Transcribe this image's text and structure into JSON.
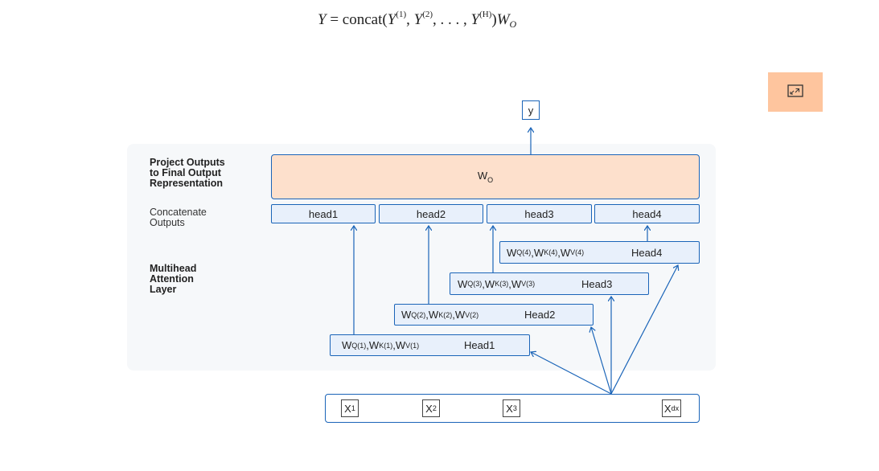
{
  "formula": {
    "lhs": "Y",
    "eq": " = concat(",
    "term": "Y",
    "exp1": "(1)",
    "exp2": "(2)",
    "expH": "(H)",
    "sep": ", ",
    "dots": ", . . . , ",
    "close": ")",
    "w": "W",
    "wsub": "O"
  },
  "labels": {
    "project": "Project Outputs\nto Final Output\nRepresentation",
    "concat": "Concatenate\nOutputs",
    "multihead": "Multihead\nAttention\nLayer"
  },
  "output": {
    "y": "y"
  },
  "wo": {
    "w": "W",
    "sub": "O"
  },
  "heads": [
    "head1",
    "head2",
    "head3",
    "head4"
  ],
  "attention": [
    {
      "exp": "(1)",
      "head": "Head1"
    },
    {
      "exp": "(2)",
      "head": "Head2"
    },
    {
      "exp": "(3)",
      "head": "Head3"
    },
    {
      "exp": "(4)",
      "head": "Head4"
    }
  ],
  "weights": {
    "w": "W",
    "q": "Q",
    "k": "K",
    "v": "V",
    "comma": ","
  },
  "inputs": [
    {
      "base": "X",
      "sub": "1"
    },
    {
      "base": "X",
      "sub": "2"
    },
    {
      "base": "X",
      "sub": "3"
    },
    {
      "base": "X",
      "sub": "dx"
    }
  ],
  "colors": {
    "line": "#1a64b8",
    "accent": "#fec59e",
    "panel": "#f6f8fa"
  },
  "icons": {
    "expand": "expand-icon"
  }
}
